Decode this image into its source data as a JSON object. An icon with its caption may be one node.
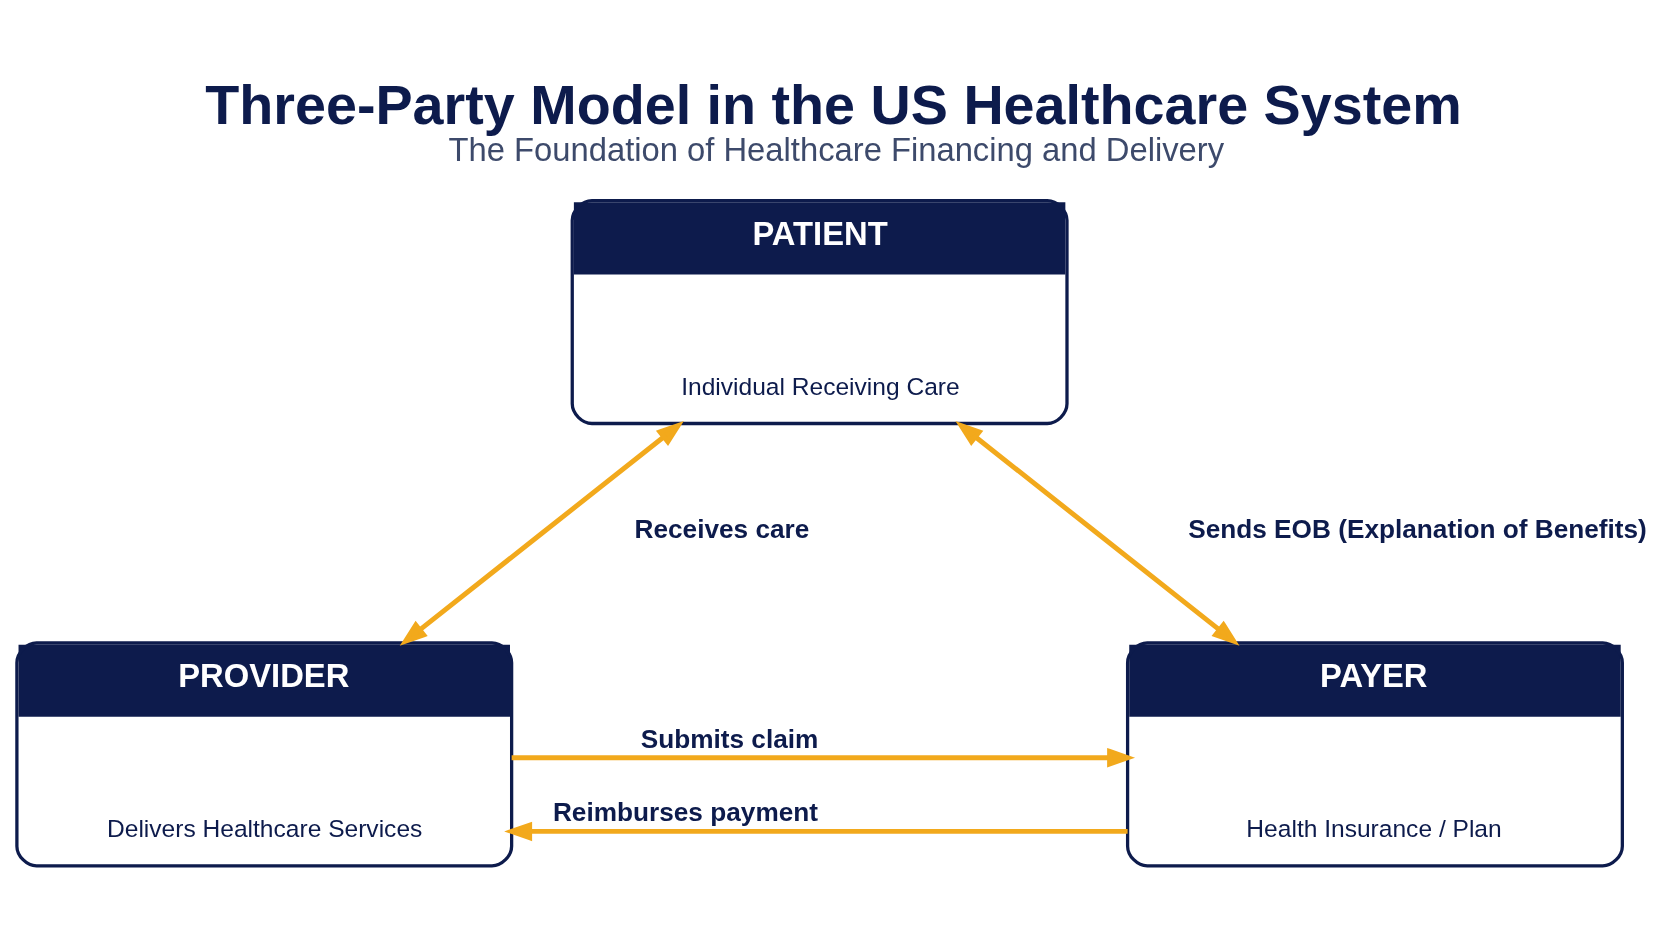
{
  "diagram": {
    "title": "Three-Party Model in the US Healthcare System",
    "caption": "The Foundation of Healthcare Financing and Delivery",
    "nodes": [
      {
        "text": [
          "PATIENT",
          "Individual Receiving Care"
        ]
      },
      {
        "text": [
          "PROVIDER",
          "Delivers Healthcare Services"
        ]
      },
      {
        "text": [
          "PAYER",
          "Health Insurance / Plan"
        ]
      }
    ],
    "edges": [
      {
        "from": 0,
        "to": 1,
        "arrow": "both",
        "label": "Receives care"
      },
      {
        "from": 0,
        "to": 2,
        "arrow": "both",
        "label": "Sends EOB (Explanation of Benefits)"
      },
      {
        "from": 1,
        "to": 2,
        "arrow": "to",
        "label": "Submits claim"
      },
      {
        "from": 2,
        "to": 1,
        "arrow": "to",
        "label": "Reimburses payment"
      }
    ]
  }
}
